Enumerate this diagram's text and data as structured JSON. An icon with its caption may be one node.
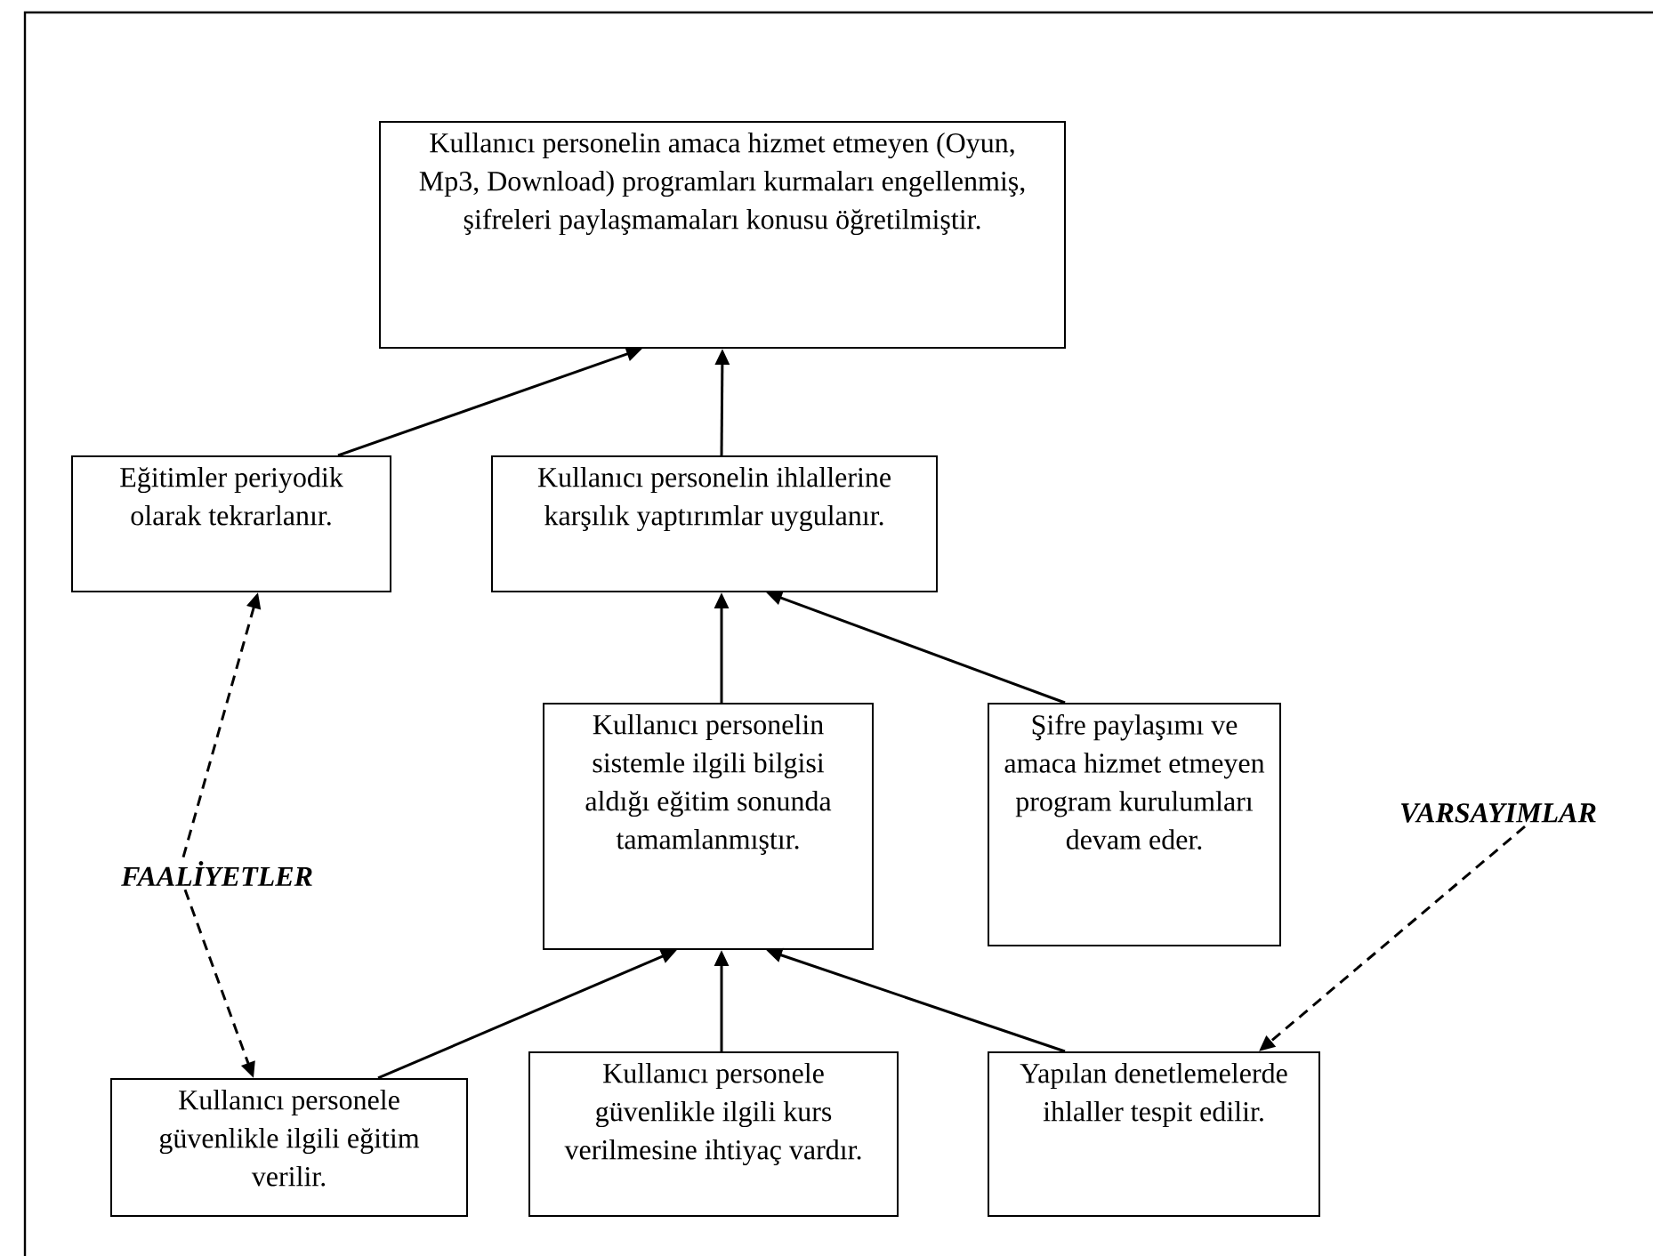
{
  "diagram": {
    "nodes": [
      {
        "text": [
          "Kullanıcı personelin amaca hizmet etmeyen (Oyun, Mp3, Download) programları kurmaları engellenmiş, şifreleri paylaşmamaları konusu öğretilmiştir."
        ]
      },
      {
        "text": [
          "Eğitimler periyodik olarak tekrarlanır."
        ]
      },
      {
        "text": [
          "Kullanıcı personelin ihlallerine karşılık yaptırımlar uygulanır."
        ]
      },
      {
        "text": [
          "Kullanıcı personelin sistemle ilgili bilgisi aldığı eğitim sonunda tamamlanmıştır."
        ]
      },
      {
        "text": [
          "Şifre paylaşımı ve amaca hizmet etmeyen program kurulumları devam eder."
        ]
      },
      {
        "text": [
          "Kullanıcı personele güvenlikle ilgili eğitim verilir."
        ]
      },
      {
        "text": [
          "Kullanıcı personele güvenlikle ilgili kurs verilmesine ihtiyaç vardır."
        ]
      },
      {
        "text": [
          "Yapılan denetlemelerde ihlaller tespit edilir."
        ]
      },
      {
        "text": [
          "FAALİYETLER"
        ]
      },
      {
        "text": [
          "VARSAYIMLAR"
        ]
      }
    ],
    "edges": [
      {
        "from": 1,
        "to": 0,
        "arrow": "to"
      },
      {
        "from": 2,
        "to": 0,
        "arrow": "to"
      },
      {
        "from": 3,
        "to": 2,
        "arrow": "to"
      },
      {
        "from": 4,
        "to": 2,
        "arrow": "to"
      },
      {
        "from": 5,
        "to": 3,
        "arrow": "to"
      },
      {
        "from": 6,
        "to": 3,
        "arrow": "to"
      },
      {
        "from": 7,
        "to": 3,
        "arrow": "to"
      },
      {
        "from": 8,
        "to": 1,
        "arrow": "to",
        "style": "dashed"
      },
      {
        "from": 8,
        "to": 5,
        "arrow": "to",
        "style": "dashed"
      },
      {
        "from": 9,
        "to": 7,
        "arrow": "to",
        "style": "dashed"
      }
    ]
  }
}
